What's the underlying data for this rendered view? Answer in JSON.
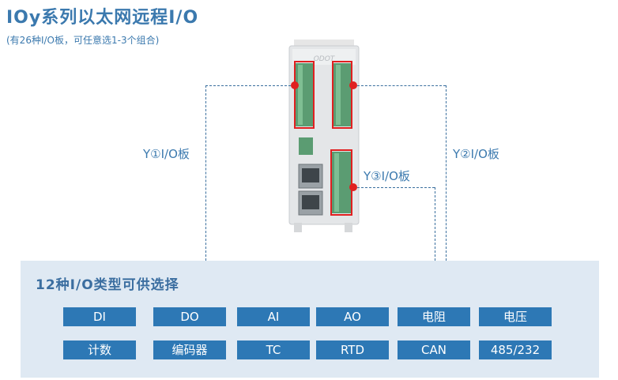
{
  "header": {
    "title": "IOy系列以太网远程I/O",
    "subtitle": "(有26种I/O板，可任意选1-3个组合)"
  },
  "device": {
    "brand": "ODOT"
  },
  "slots": [
    {
      "label": "Y①I/O板"
    },
    {
      "label": "Y②I/O板"
    },
    {
      "label": "Y③I/O板"
    }
  ],
  "panel": {
    "title": "12种I/O类型可供选择",
    "types": [
      "DI",
      "DO",
      "AI",
      "AO",
      "电阻",
      "电压",
      "计数",
      "编码器",
      "TC",
      "RTD",
      "CAN",
      "485/232"
    ]
  },
  "colors": {
    "accent": "#3b79ae",
    "chip": "#2d78b5",
    "panel": "#dfe9f3",
    "marker": "#e02020"
  }
}
